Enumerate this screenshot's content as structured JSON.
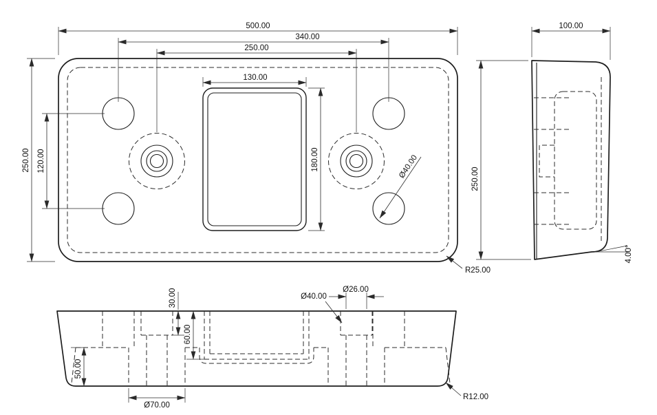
{
  "colors": {
    "background": "#ffffff",
    "line": "#1d1d1d",
    "dimension": "#2a2a2a"
  },
  "top_view": {
    "width": "500.00",
    "hole_span_h": "340.00",
    "cbore_span": "250.00",
    "pocket_width": "130.00",
    "height": "250.00",
    "hole_span_v": "120.00",
    "pocket_height": "180.00",
    "hole_dia": "Ø40.00",
    "corner_radius": "R25.00"
  },
  "side_view": {
    "width": "100.00",
    "height": "250.00",
    "draft_angle": "4.00°"
  },
  "front_view": {
    "cbore_depth": "30.00",
    "pocket_depth": "60.00",
    "base_height": "50.00",
    "bore_dia": "Ø40.00",
    "hole_dia": "Ø26.00",
    "cbore_dia": "Ø70.00",
    "fillet_radius": "R12.00"
  }
}
